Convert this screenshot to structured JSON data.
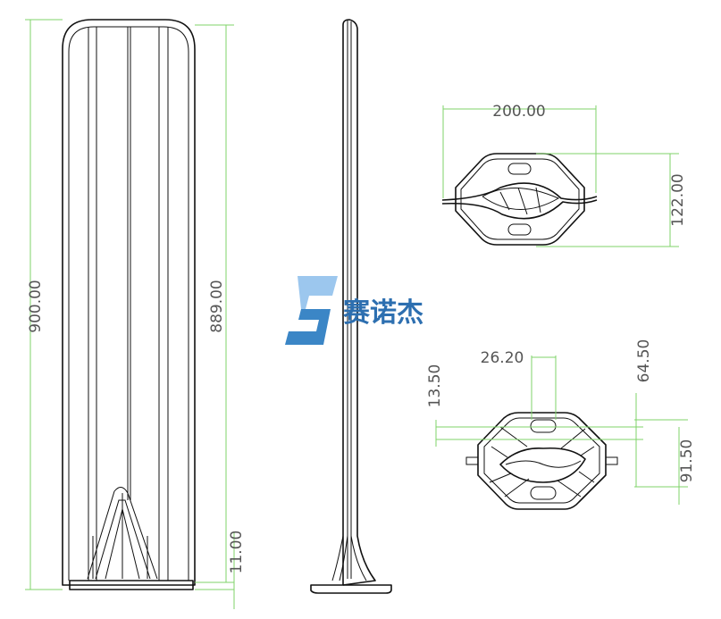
{
  "dimensions": {
    "front_height_total": "900.00",
    "front_height_panel": "889.00",
    "base_offset": "11.00",
    "top_view_width": "200.00",
    "top_view_depth": "122.00",
    "bottom_slot_width": "26.20",
    "bottom_offset_a": "13.50",
    "bottom_offset_b": "64.50",
    "bottom_offset_c": "91.50"
  },
  "logo": {
    "text": "赛诺杰",
    "colors": {
      "light": "#9cc7ee",
      "dark": "#3b86c6",
      "text": "#2d6fb0"
    }
  },
  "colors": {
    "dimension_line": "#7fd36a",
    "outline": "#111111",
    "dim_text": "#555555"
  }
}
